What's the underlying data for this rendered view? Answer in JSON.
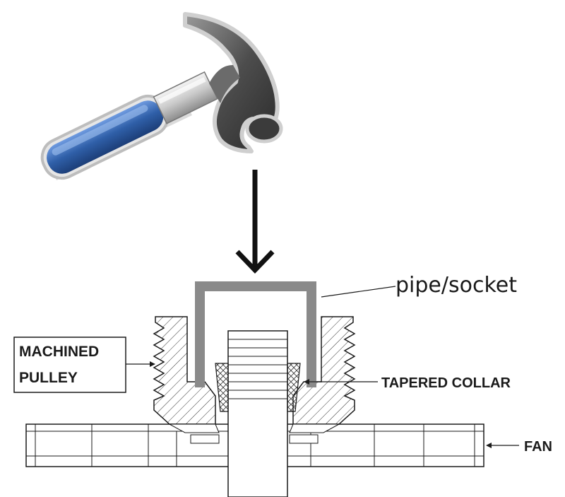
{
  "labels": {
    "pipe_socket": "pipe/socket",
    "machined_pulley_line1": "MACHINED",
    "machined_pulley_line2": "PULLEY",
    "tapered_collar": "TAPERED COLLAR",
    "fan": "FAN"
  },
  "icons": {
    "hammer": "hammer-icon",
    "arrow": "down-arrow-icon"
  },
  "colors": {
    "hammer_grip": "#2f5fa8",
    "hammer_head": "#5a5a5a",
    "pipe": "#888888",
    "line": "#1a1a1a"
  }
}
